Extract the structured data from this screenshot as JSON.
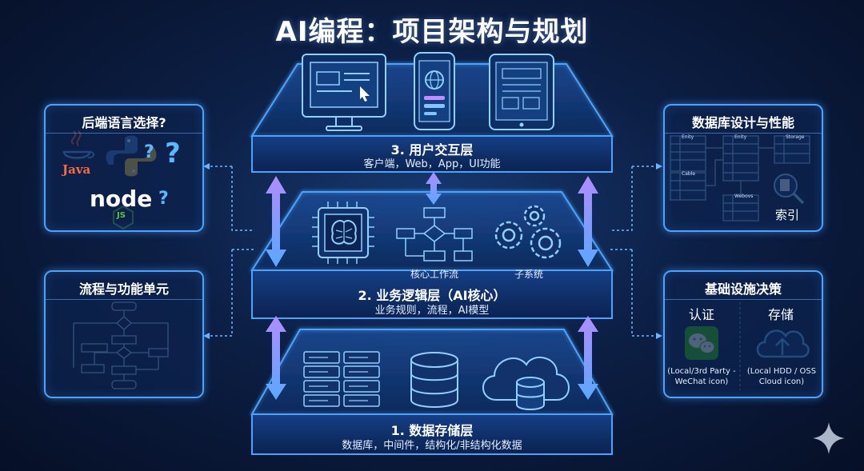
{
  "title": "AI编程：项目架构与规划",
  "layers": {
    "top": {
      "name": "3. 用户交互层",
      "desc": "客户端，Web，App，UI功能"
    },
    "middle": {
      "name": "2. 业务逻辑层（AI核心）",
      "desc": "业务规则，流程，AI模型",
      "workflow_label": "核心工作流",
      "subsystem_label": "子系统"
    },
    "bottom": {
      "name": "1. 数据存储层",
      "desc": "数据库，中间件，结构化/非结构化数据"
    }
  },
  "panels": {
    "backend": {
      "title": "后端语言选择?",
      "java_label": "Java",
      "node_label": "node",
      "js_label": "JS",
      "question": "?"
    },
    "flow": {
      "title": "流程与功能单元"
    },
    "database": {
      "title": "数据库设计与性能",
      "index_label": "索引",
      "tables": [
        "Enity",
        "Enity",
        "Storage",
        "Cable",
        "Webovs"
      ]
    },
    "infra": {
      "title": "基础设施决策",
      "auth_label": "认证",
      "storage_label": "存储",
      "auth_note": "(Local/3rd Party - WeChat icon)",
      "storage_note": "(Local HDD / OSS Cloud icon)"
    }
  },
  "colors": {
    "accent": "#4aa3ff",
    "arrow": "#9a7bff",
    "wechat": "#2dc100"
  }
}
